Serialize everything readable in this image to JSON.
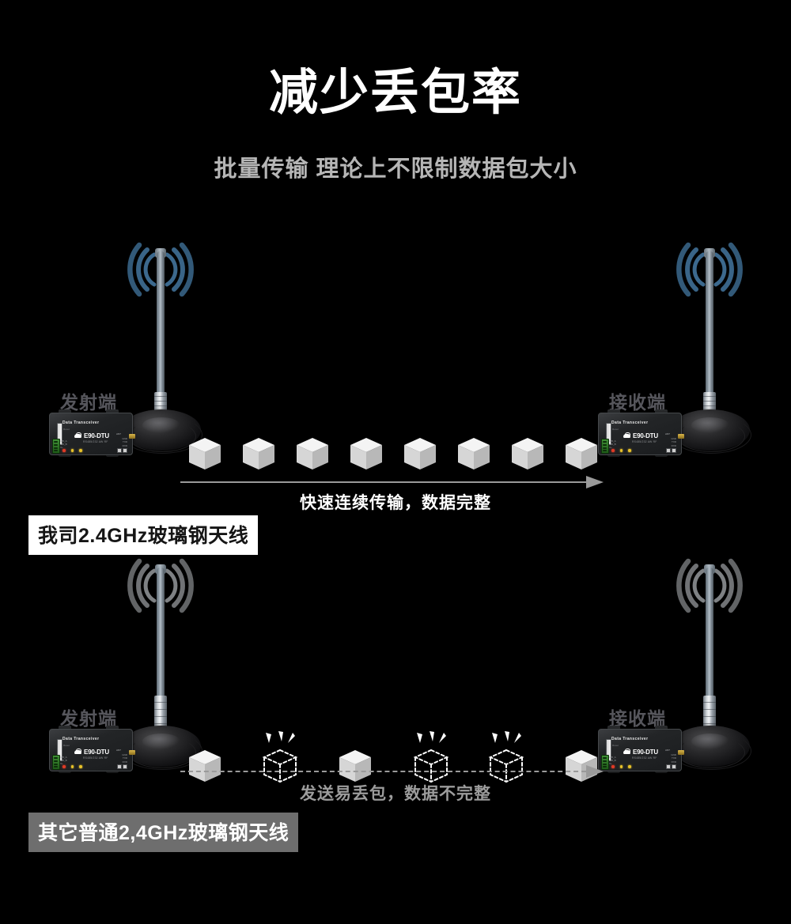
{
  "header": {
    "title": "减少丢包率",
    "subtitle": "批量传输 理论上不限制数据包大小"
  },
  "colors": {
    "background": "#000000",
    "title_text": "#ffffff",
    "subtitle_text": "#b6b6b6",
    "endpoint_label_text": "#56565c",
    "arrow": "#9a9a9a",
    "good_caption_text": "#ffffff",
    "bad_caption_text": "#9c9c9c",
    "wave_good": "#3f6f96",
    "wave_bad": "#8c8f92",
    "chip_light_bg": "#ffffff",
    "chip_light_text": "#151515",
    "chip_dark_bg": "#6e6e6e",
    "chip_dark_text": "#ffffff",
    "packet_top": "#f4f4f4",
    "packet_left": "#d6d6d6",
    "packet_right": "#b8b8b8"
  },
  "device": {
    "title_text": "Data Transceiver",
    "brand": "E90-DTU",
    "model_sub": "RS485/232 AW RF",
    "reset_label": "Reset",
    "antenna_label": "ANT",
    "terminals": [
      "485_A",
      "485_B",
      "V+",
      "V-"
    ],
    "right_pads": [
      "GND",
      "TXD",
      "RXD"
    ],
    "led_labels": "PWR  TXD  RXD",
    "logo_icon": "antenna-robot-logo-icon"
  },
  "rows": [
    {
      "id": "row-good",
      "transmitter_label": "发射端",
      "receiver_label": "接收端",
      "caption": "快速连续传输，数据完整",
      "chip_label": "我司2.4GHz玻璃钢天线",
      "chip_style": "light",
      "arrow_style": "solid",
      "wave_style": "blue",
      "packet_count": 8,
      "packets": [
        "ok",
        "ok",
        "ok",
        "ok",
        "ok",
        "ok",
        "ok",
        "ok"
      ]
    },
    {
      "id": "row-bad",
      "transmitter_label": "发射端",
      "receiver_label": "接收端",
      "caption": "发送易丢包，数据不完整",
      "chip_label": "其它普通2,4GHz玻璃钢天线",
      "chip_style": "dark",
      "arrow_style": "dashed",
      "wave_style": "gray",
      "packet_count": 6,
      "packets": [
        "ok",
        "lost",
        "ok",
        "lost",
        "lost",
        "ok"
      ]
    }
  ],
  "icons": {
    "radio_wave": "radio-wave-icon",
    "packet_cube": "packet-cube-icon",
    "lost_packet_cube": "lost-packet-cube-icon",
    "burst": "burst-icon",
    "arrow_right": "arrow-right-icon",
    "antenna": "antenna-icon",
    "magnetic_base": "magnetic-base-icon"
  }
}
